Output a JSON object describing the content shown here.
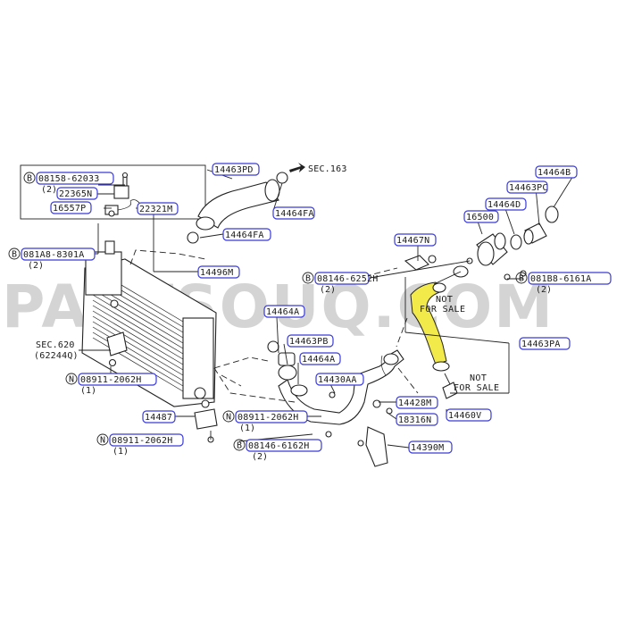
{
  "watermark": "PARTSOUQ.COM",
  "colors": {
    "highlight": "#f2e94a",
    "label_border": "#3a3ad8",
    "ink": "#222222"
  },
  "sections": {
    "sec163": "SEC.163",
    "sec620": "SEC.620",
    "sec620_ref": "(62244Q)"
  },
  "notes": {
    "not_for_sale_1a": "NOT",
    "not_for_sale_1b": "FOR SALE",
    "not_for_sale_2a": "NOT",
    "not_for_sale_2b": "FOR SALE"
  },
  "bolt_prefix": "B",
  "nut_prefix": "N",
  "labels": {
    "b08158_62033": "08158-62033",
    "b08158_62033_qty": "(2)",
    "p22365n": "22365N",
    "p16557p": "16557P",
    "p22321m": "22321M",
    "b081a8_8301a": "081A8-8301A",
    "b081a8_8301a_qty": "(2)",
    "p14463pd": "14463PD",
    "p14464fa_top": "14464FA",
    "p14464fa": "14464FA",
    "p14496m": "14496M",
    "n08911_a": "08911-2062H",
    "n08911_a_qty": "(1)",
    "p14487": "14487",
    "n08911_b": "08911-2062H",
    "n08911_b_qty": "(1)",
    "p14464a_1": "14464A",
    "p14463pb": "14463PB",
    "p14464a_2": "14464A",
    "p14430aa": "14430AA",
    "n08911_c": "08911-2062H",
    "n08911_c_qty": "(1)",
    "b08146_6162h": "08146-6162H",
    "b08146_6162h_qty": "(2)",
    "p14467n": "14467N",
    "b08146_6252h": "08146-6252H",
    "b08146_6252h_qty": "(2)",
    "p16500": "16500",
    "p14464d": "14464D",
    "p14463pc": "14463PC",
    "p14464b": "14464B",
    "b081b8_6161a": "081B8-6161A",
    "b081b8_6161a_qty": "(2)",
    "p14463pa": "14463PA",
    "p14428m": "14428M",
    "p18316n": "18316N",
    "p14460v": "14460V",
    "p14390m": "14390M"
  }
}
